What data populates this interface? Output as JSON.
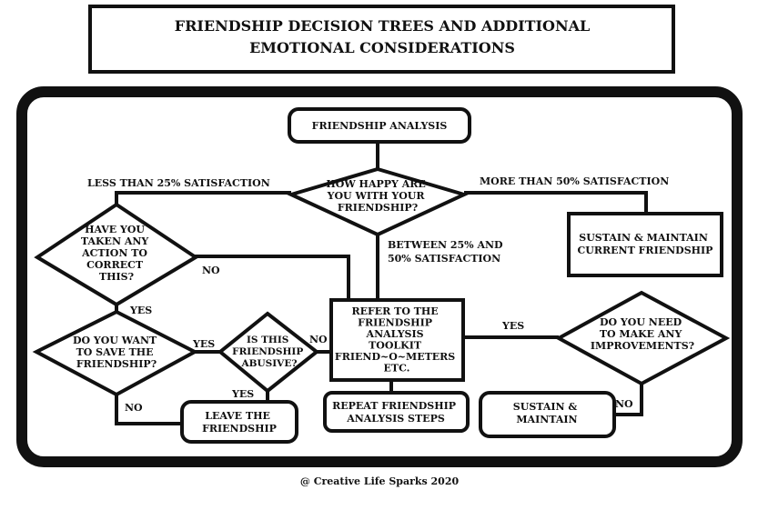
{
  "title": {
    "line1": "FRIENDSHIP DECISION TREES AND ADDITIONAL",
    "line2": "EMOTIONAL CONSIDERATIONS"
  },
  "nodes": {
    "analysis": "FRIENDSHIP ANALYSIS",
    "how_happy": [
      "HOW HAPPY ARE",
      "YOU WITH YOUR",
      "FRIENDSHIP?"
    ],
    "sustain_current": [
      "SUSTAIN & MAINTAIN",
      "CURRENT FRIENDSHIP"
    ],
    "taken_action": [
      "HAVE YOU",
      "TAKEN ANY",
      "ACTION TO",
      "CORRECT",
      "THIS?"
    ],
    "refer_toolkit": [
      "REFER TO THE",
      "FRIENDSHIP",
      "ANALYSIS",
      "TOOLKIT",
      "FRIEND~O~METERS",
      "ETC."
    ],
    "want_save": [
      "DO YOU WANT",
      "TO SAVE THE",
      "FRIENDSHIP?"
    ],
    "abusive": [
      "IS THIS",
      "FRIENDSHIP",
      "ABUSIVE?"
    ],
    "need_improve": [
      "DO YOU NEED",
      "TO MAKE ANY",
      "IMPROVEMENTS?"
    ],
    "leave": [
      "LEAVE THE",
      "FRIENDSHIP"
    ],
    "repeat": [
      "REPEAT FRIENDSHIP",
      "ANALYSIS STEPS"
    ],
    "sustain_maintain": [
      "SUSTAIN &",
      "MAINTAIN"
    ]
  },
  "labels": {
    "less_than_25": "LESS THAN 25% SATISFACTION",
    "more_than_50": "MORE THAN 50% SATISFACTION",
    "between_25_50": [
      "BETWEEN 25% AND",
      "50% SATISFACTION"
    ],
    "no_action": "NO",
    "yes_action": "YES",
    "yes_save": "YES",
    "no_save": "NO",
    "no_abusive": "NO",
    "yes_abusive": "YES",
    "yes_improve": "YES",
    "no_improve": "NO"
  },
  "footer": "@ Creative Life Sparks 2020"
}
